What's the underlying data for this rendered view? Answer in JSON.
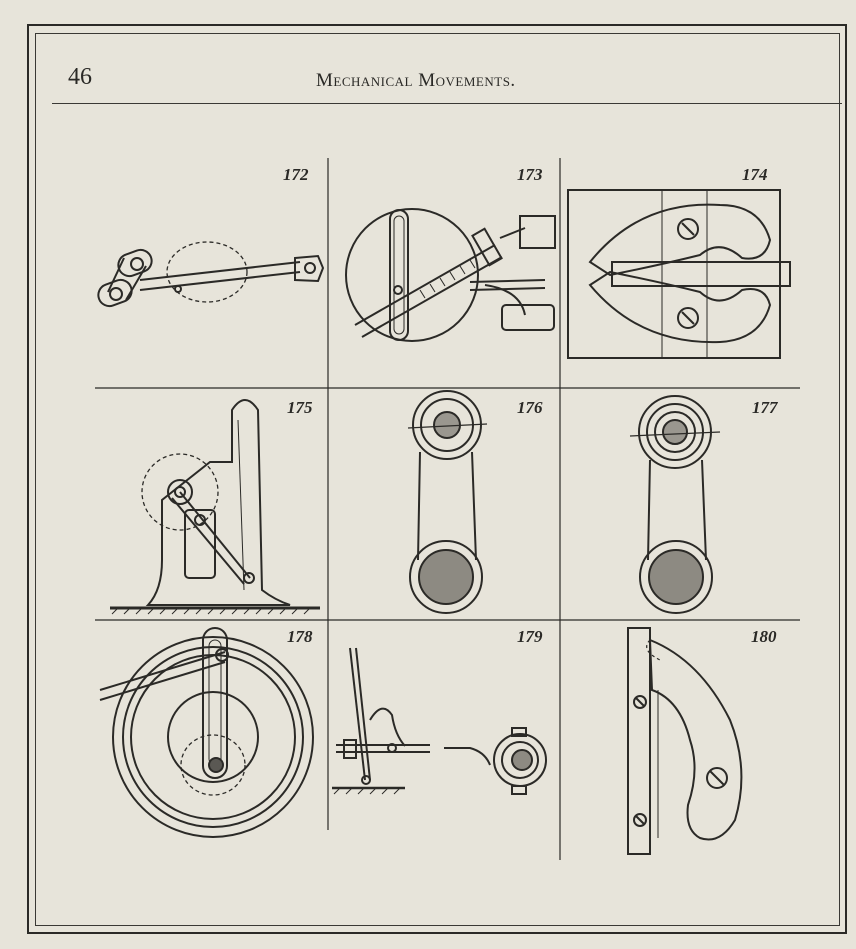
{
  "header": {
    "page_number": "46",
    "title": "Mechanical Movements."
  },
  "figures": [
    {
      "number": "172",
      "subject": "crank-link-icon"
    },
    {
      "number": "173",
      "subject": "slotted-disc-screw-icon"
    },
    {
      "number": "174",
      "subject": "clamp-jaw-icon"
    },
    {
      "number": "175",
      "subject": "frame-crank-icon"
    },
    {
      "number": "176",
      "subject": "eccentric-rod-icon"
    },
    {
      "number": "177",
      "subject": "eccentric-rod-icon"
    },
    {
      "number": "178",
      "subject": "wheel-slot-link-icon"
    },
    {
      "number": "179",
      "subject": "lever-clutch-icon"
    },
    {
      "number": "180",
      "subject": "cam-latch-icon"
    }
  ]
}
